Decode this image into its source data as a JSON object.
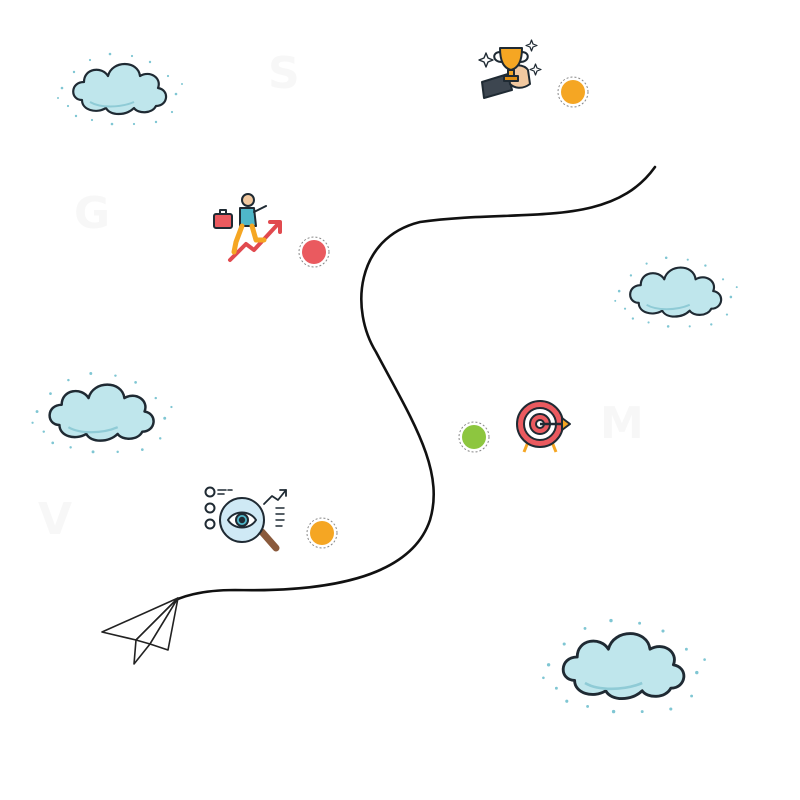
{
  "milestones": [
    {
      "key": "V",
      "icon": "vision-magnifier-icon",
      "dot_color": "#f5a623"
    },
    {
      "key": "M",
      "icon": "target-arrow-icon",
      "dot_color": "#8dc63f"
    },
    {
      "key": "G",
      "icon": "climbing-growth-icon",
      "dot_color": "#ea5a5f"
    },
    {
      "key": "S",
      "icon": "trophy-hand-icon",
      "dot_color": "#f5a623"
    }
  ],
  "colors": {
    "cloud_fill": "#bfe6ec",
    "cloud_stroke": "#1f2a33",
    "path": "#111111",
    "ghost_letter": "#f7f7f7"
  }
}
